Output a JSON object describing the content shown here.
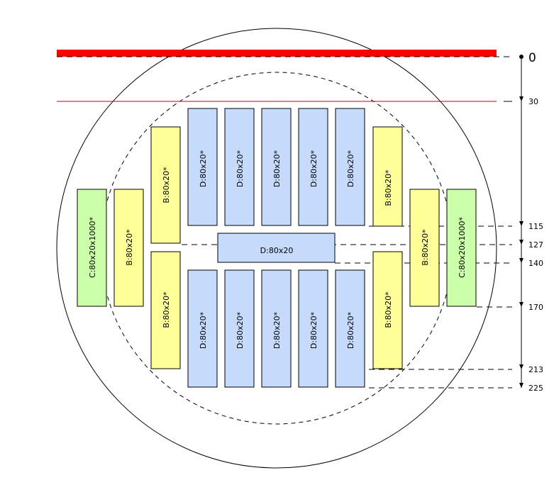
{
  "blocks": {
    "d_top": "D:80x20*",
    "d_mid": "D:80x20",
    "d_bot": "D:80x20*",
    "b": "B:80x20*",
    "c": "C:80x20x1000*"
  },
  "dimensions": {
    "zero": "0",
    "d30": "30",
    "d115": "115",
    "d127": "127",
    "d140": "140",
    "d170": "170",
    "d213": "213",
    "d225": "225"
  },
  "colors": {
    "block_d": "#c6dafc",
    "block_b": "#ffff99",
    "block_c": "#ccffaa",
    "edge_bar": "#ff0000",
    "line_30": "#cc0000",
    "stroke": "#000000"
  }
}
